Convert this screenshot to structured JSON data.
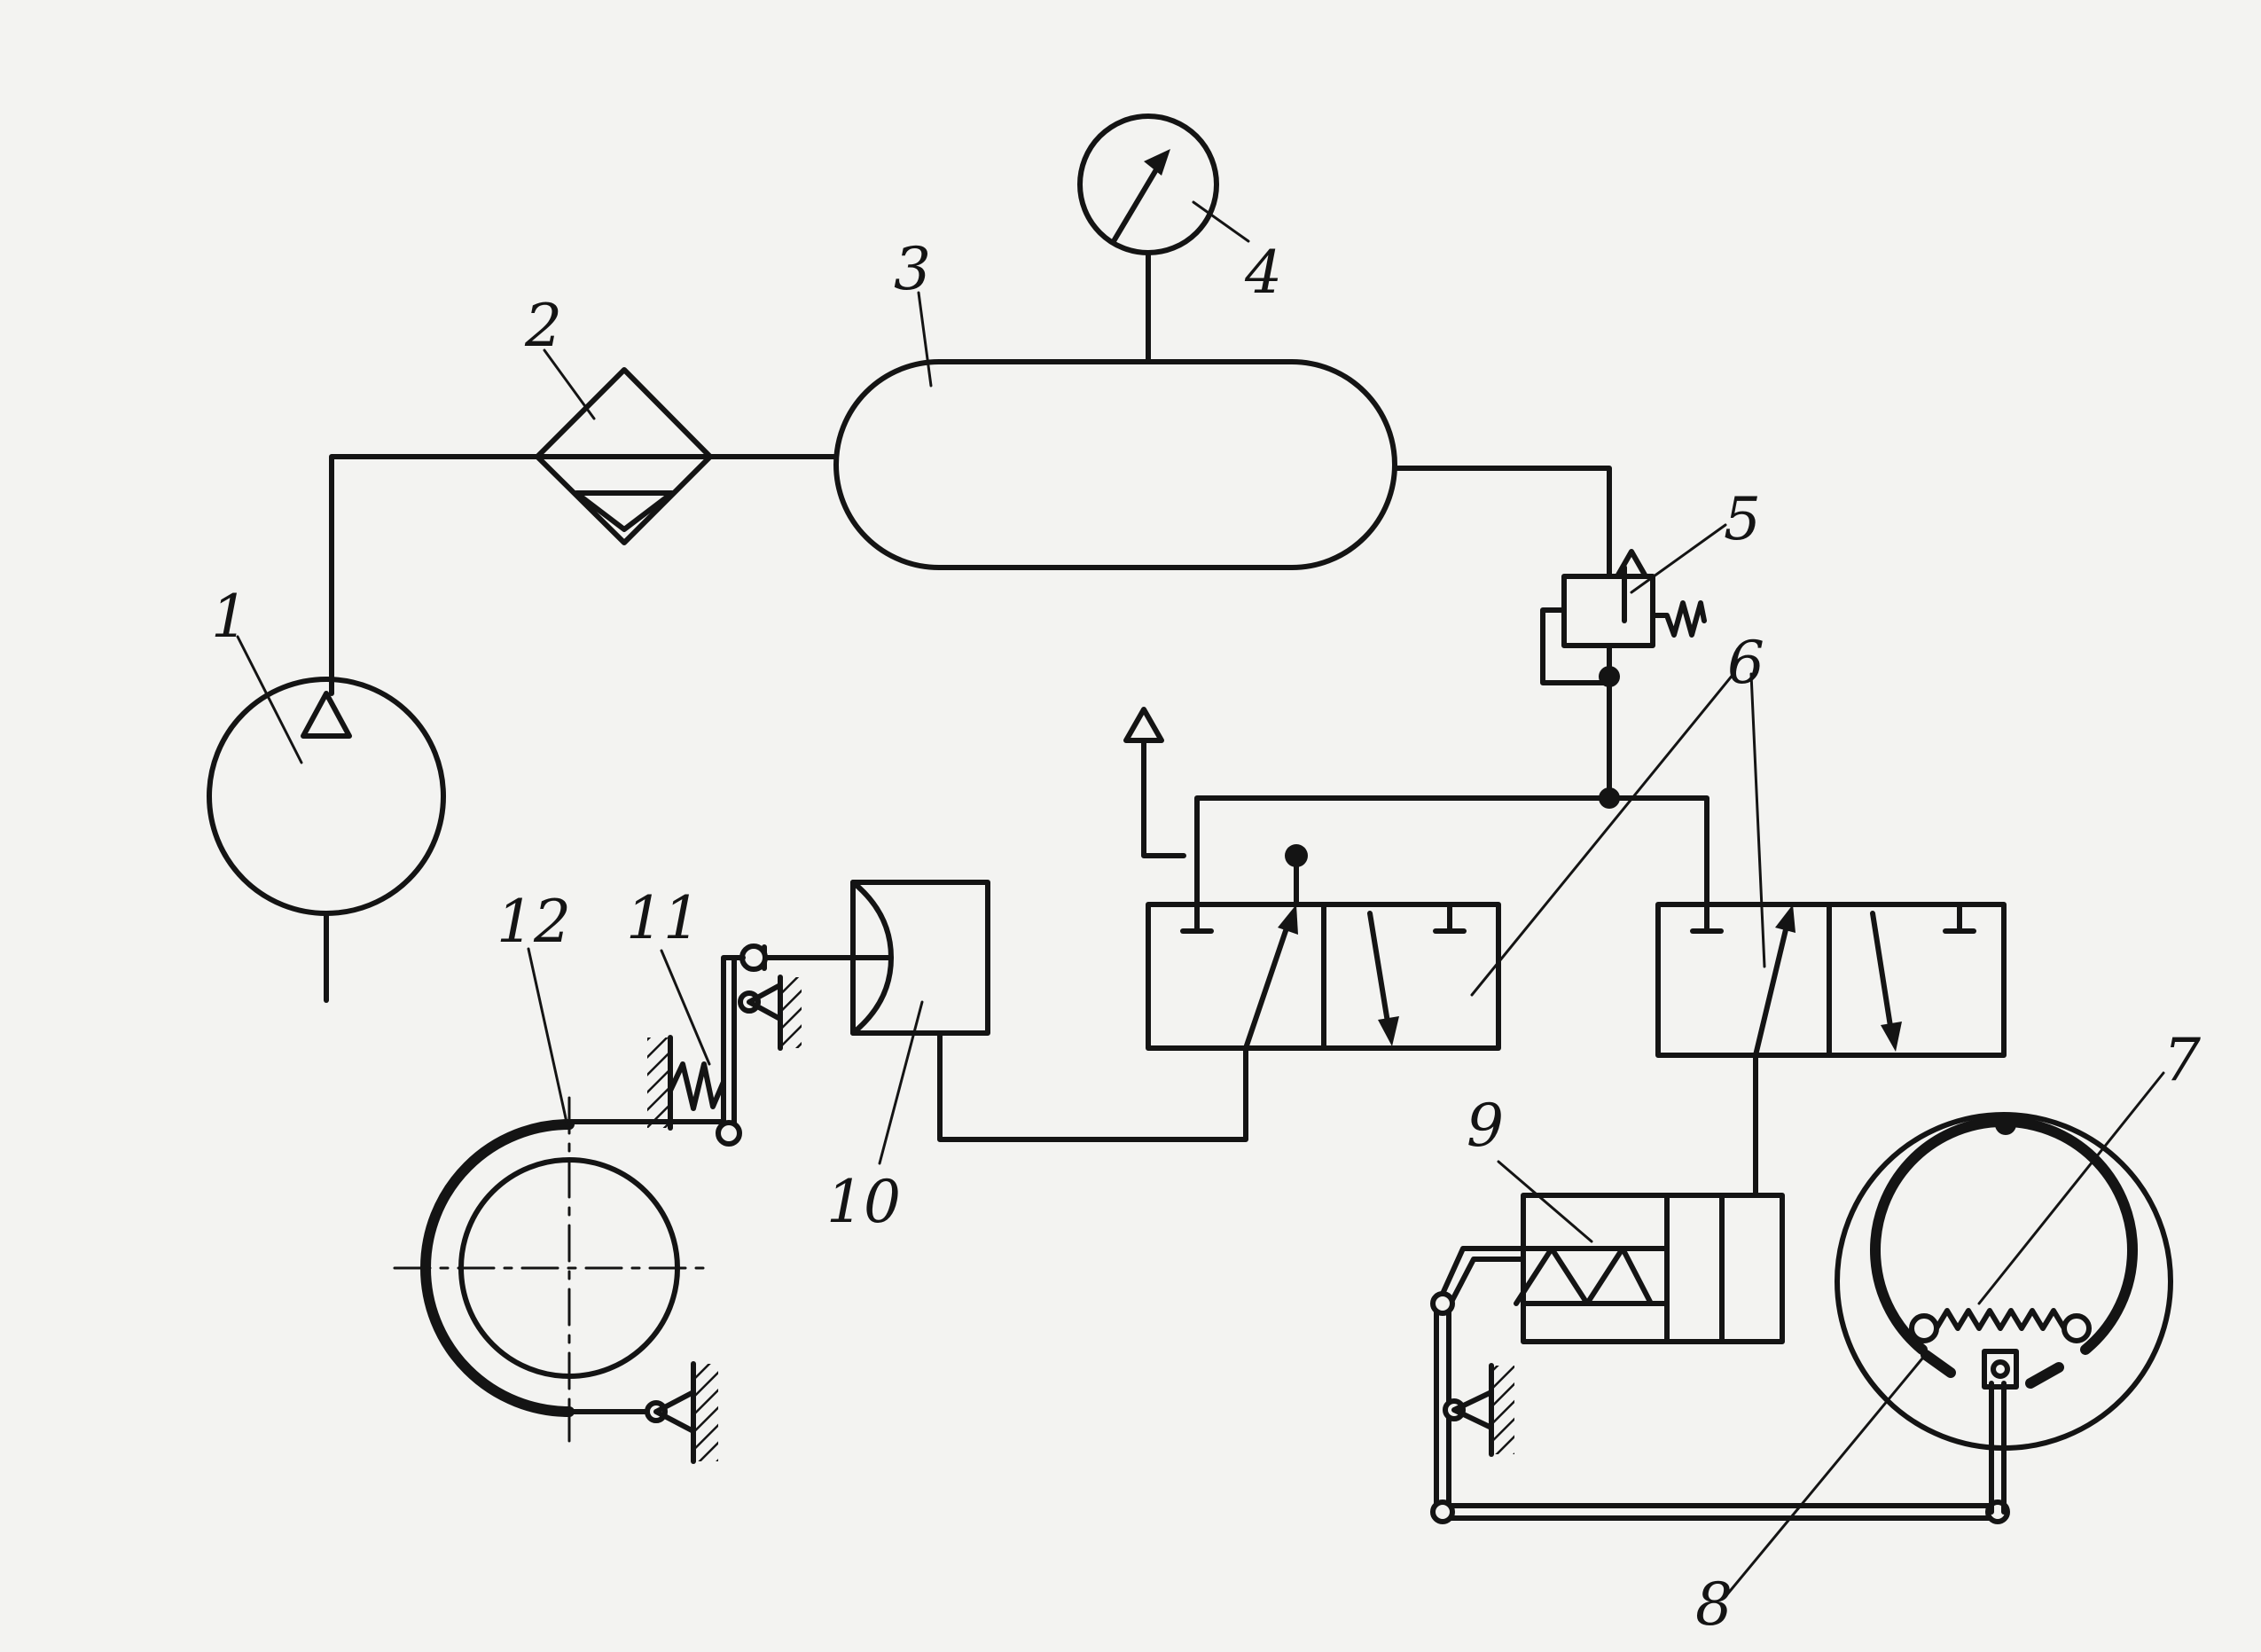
{
  "diagram": {
    "labels": [
      {
        "id": "1",
        "text": "1"
      },
      {
        "id": "2",
        "text": "2"
      },
      {
        "id": "3",
        "text": "3"
      },
      {
        "id": "4",
        "text": "4"
      },
      {
        "id": "5",
        "text": "5"
      },
      {
        "id": "6",
        "text": "6"
      },
      {
        "id": "7",
        "text": "7"
      },
      {
        "id": "8",
        "text": "8"
      },
      {
        "id": "9",
        "text": "9"
      },
      {
        "id": "10",
        "text": "10"
      },
      {
        "id": "11",
        "text": "11"
      },
      {
        "id": "12",
        "text": "12"
      }
    ],
    "colors": {
      "ink": "#141414",
      "paper": "#f3f3f1"
    }
  }
}
